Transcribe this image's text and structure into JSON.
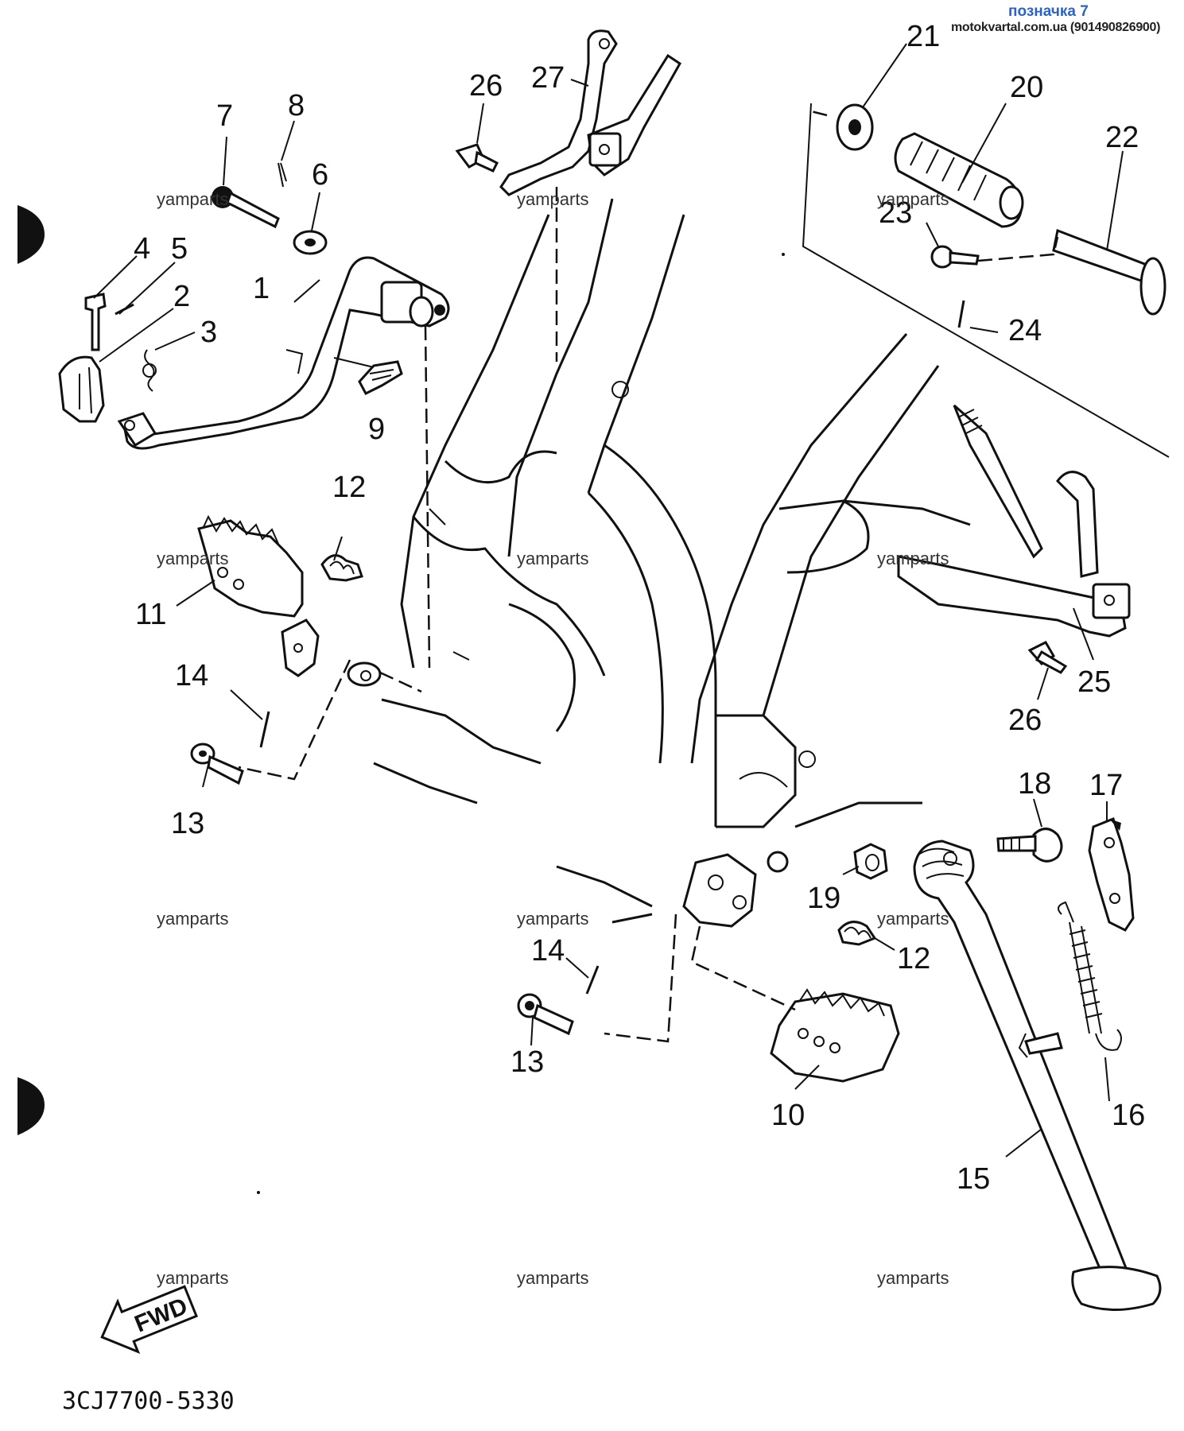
{
  "header": {
    "label": "позначка 7",
    "source": "motokvartal.com.ua (901490826900)"
  },
  "watermark": "yamparts",
  "diagram_code": "3CJ7700-5330",
  "fwd_label": "FWD",
  "callouts": {
    "c1": "1",
    "c2": "2",
    "c3": "3",
    "c4": "4",
    "c5": "5",
    "c6": "6",
    "c7": "7",
    "c8": "8",
    "c9": "9",
    "c10": "10",
    "c11": "11",
    "c12a": "12",
    "c12b": "12",
    "c13a": "13",
    "c13b": "13",
    "c14a": "14",
    "c14b": "14",
    "c15": "15",
    "c16": "16",
    "c17": "17",
    "c18": "18",
    "c19": "19",
    "c20": "20",
    "c21": "21",
    "c22": "22",
    "c23": "23",
    "c24": "24",
    "c25": "25",
    "c26a": "26",
    "c26b": "26",
    "c27": "27"
  }
}
